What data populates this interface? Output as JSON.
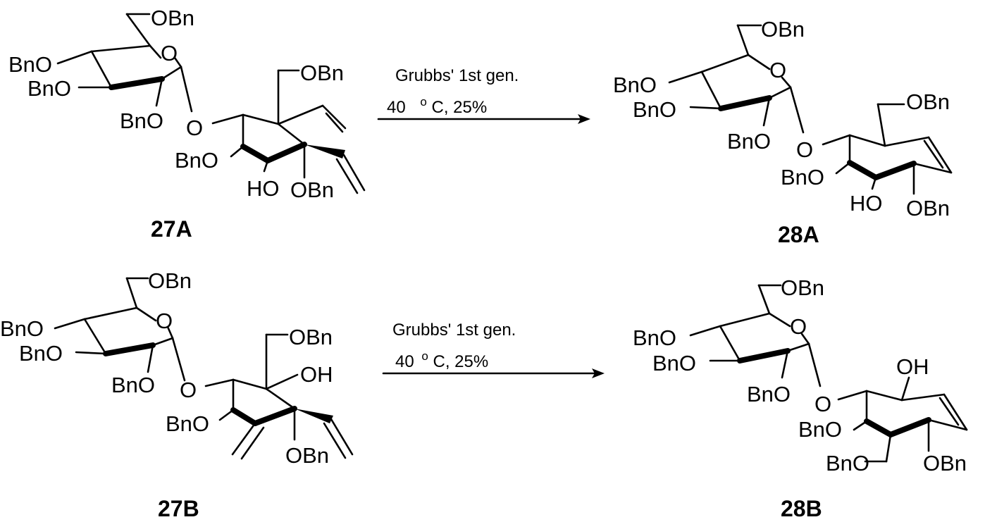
{
  "atoms": {
    "OBn": "OBn",
    "BnO": "BnO",
    "O": "O",
    "HO": "HO",
    "OH": "OH"
  },
  "reactions": [
    {
      "reagent": "Grubbs' 1st gen.",
      "temp_value": "40",
      "temp_unit_sup": "o",
      "temp_rest": "C, 25%"
    },
    {
      "reagent": "Grubbs' 1st gen.",
      "temp_value": "40",
      "temp_unit_sup": "o",
      "temp_rest": "C, 25%"
    }
  ],
  "compounds": {
    "c27A": "27A",
    "c28A": "28A",
    "c27B": "27B",
    "c28B": "28B"
  }
}
